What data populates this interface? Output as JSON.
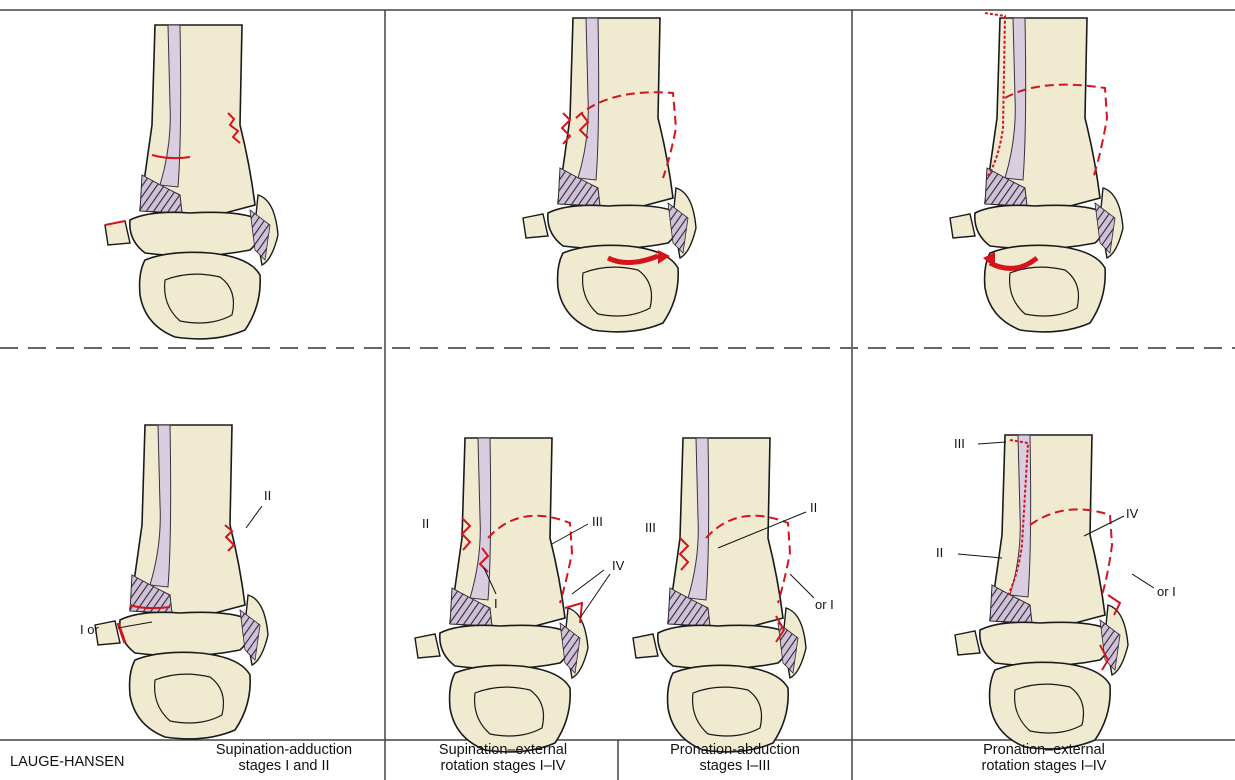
{
  "colors": {
    "bone_fill": "#f0ead0",
    "bone_outline": "#1a1a1a",
    "ligament_fill": "#d9cde0",
    "ligament_stroke": "#3a3040",
    "fracture_red": "#d4141c",
    "divider": "#444444"
  },
  "stage_labels": {
    "p1": {
      "ii": "II",
      "i_or": "I or"
    },
    "p2": {
      "ii": "II",
      "iii": "III",
      "i": "I",
      "iv": "IV"
    },
    "p3": {
      "iii": "III",
      "ii": "II",
      "or_i": "or I"
    },
    "p4": {
      "iii": "III",
      "iv": "IV",
      "ii": "II",
      "or_i": "or I"
    }
  },
  "captions": {
    "classification": "LAUGE-HANSEN",
    "supination_adduction": [
      "Supination-adduction",
      "stages I and II"
    ],
    "supination_external_rotation": [
      "Supination–external",
      "rotation stages I–IV"
    ],
    "pronation_abduction": [
      "Pronation-abduction",
      "stages I–III"
    ],
    "pronation_external_rotation": [
      "Pronation–external",
      "rotation stages I–IV"
    ]
  }
}
